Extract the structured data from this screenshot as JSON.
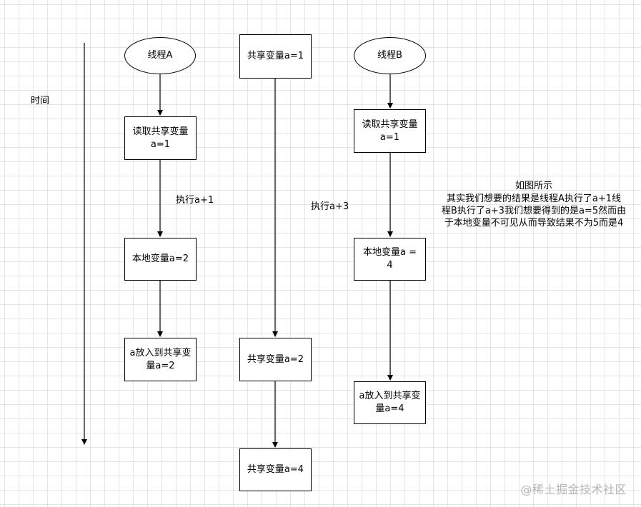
{
  "thread_a": {
    "start": "线程A",
    "read": "读取共享变量\na=1",
    "op": "执行a+1",
    "local": "本地变量a=2",
    "write": "a放入到共享变\n量a=2"
  },
  "shared": {
    "initial": "共享变量a=1",
    "after_a": "共享变量a=2",
    "after_b": "共享变量a=4"
  },
  "thread_b": {
    "start": "线程B",
    "read": "读取共享变量\na=1",
    "op": "执行a+3",
    "local": "本地变量a = 4",
    "write": "a放入到共享变\n量a=4"
  },
  "time_label": "时间",
  "note": {
    "title": "如图所示",
    "body": "其实我们想要的结果是线程A执行了a+1线\n程B执行了a+3我们想要得到的是a=5然而由\n于本地变量不可见从而导致结果不为5而是4"
  },
  "watermark": "@稀土掘金技术社区"
}
